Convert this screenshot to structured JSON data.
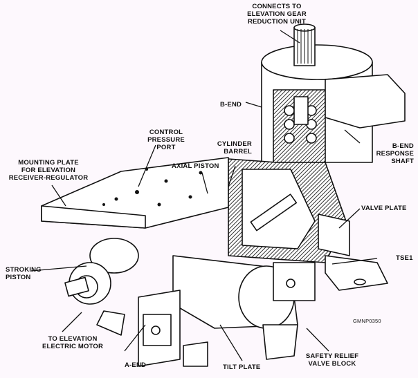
{
  "figure": {
    "id_label": "GMNP0350",
    "colors": {
      "background": "#fdf8fd",
      "ink": "#111111",
      "hatch": "#555555"
    }
  },
  "labels": {
    "connects_to": [
      "CONNECTS TO",
      "ELEVATION GEAR",
      "REDUCTION UNIT"
    ],
    "b_end": "B-END",
    "control_pressure_port": [
      "CONTROL",
      "PRESSURE",
      "PORT"
    ],
    "cylinder_barrel": [
      "CYLINDER",
      "BARREL"
    ],
    "b_end_response_shaft": [
      "B-END",
      "RESPONSE",
      "SHAFT"
    ],
    "mounting_plate": [
      "MOUNTING PLATE",
      "FOR ELEVATION",
      "RECEIVER-REGULATOR"
    ],
    "axial_piston": "AXIAL PISTON",
    "valve_plate": "VALVE PLATE",
    "stroking_piston": [
      "STROKING",
      "PISTON"
    ],
    "tse1": "TSE1",
    "to_elevation_motor": [
      "TO ELEVATION",
      "ELECTRIC MOTOR"
    ],
    "a_end": "A-END",
    "tilt_plate": "TILT PLATE",
    "safety_relief": [
      "SAFETY RELIEF",
      "VALVE BLOCK"
    ]
  }
}
